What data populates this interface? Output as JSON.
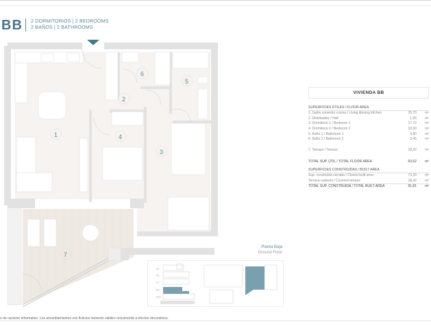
{
  "header": {
    "unit_code": "BB",
    "line1": "2 DORMITORIOS | 2 BEDROOMS",
    "line2": "2 BAÑOS | 2 BATHROOMS"
  },
  "plan": {
    "entrance_marker": "entrance-arrow",
    "rooms": [
      {
        "num": "1",
        "name": "Salón comedor cocina / Living dinning kitchen"
      },
      {
        "num": "2",
        "name": "Distribuidor / Hall"
      },
      {
        "num": "3",
        "name": "Dormitorio 1 / Bedroom 1"
      },
      {
        "num": "4",
        "name": "Dormitorio 2 / Bedroom 2"
      },
      {
        "num": "5",
        "name": "Baño 1 / Bathroom 1"
      },
      {
        "num": "6",
        "name": "Baño 2 / Bathroom 2"
      },
      {
        "num": "7",
        "name": "Terraza / Terrace"
      }
    ]
  },
  "table": {
    "title": "VIVIENDA BB",
    "floor_area_header": "SUPERFICIES ÚTILES / FLOOR AREA",
    "floor_rows": [
      {
        "label": "1. Salón comedor cocina / Living dinning kitchen",
        "value": "25,70",
        "unit": "m²"
      },
      {
        "label": "2. Distribuidor / Hall",
        "value": "1,85",
        "unit": "m²"
      },
      {
        "label": "3. Dormitorio 1 / Bedroom 1",
        "value": "17,72",
        "unit": "m²"
      },
      {
        "label": "4. Dormitorio 2 / Bedroom 2",
        "value": "10,00",
        "unit": "m²"
      },
      {
        "label": "5. Baño 1 / Bathroom 1",
        "value": "4,80",
        "unit": "m²"
      },
      {
        "label": "6. Baño 2 / Bathroom 2",
        "value": "3,45",
        "unit": "m²"
      }
    ],
    "terrace_row": {
      "label": "7. Terraza / Terrace",
      "value": "18,42",
      "unit": "m²"
    },
    "total_floor": {
      "label": "TOTAL SUP. ÚTIL / TOTAL FLOOR AREA",
      "value": "63,52",
      "unit": "m²"
    },
    "built_area_header": "SUPERFICIES CONSTRUIDAS / BUILT AREA",
    "built_rows": [
      {
        "label": "Sup. construida cerrada / Closed built area",
        "value": "73,39",
        "unit": "m²"
      },
      {
        "label": "Terraza cubierta / Covered terrace",
        "value": "18,42",
        "unit": "m²"
      }
    ],
    "total_built": {
      "label": "TOTAL SUP. CONSTRUIDA / TOTAL BUILT AREA",
      "value": "91,81",
      "unit": "m²"
    }
  },
  "floor_label": {
    "es": "Planta Baja",
    "en": "Ground Floor"
  },
  "key_plan": {
    "levels": [
      "AT",
      "P2",
      "P1",
      "PB",
      "SOT"
    ],
    "highlight_color": "#7a9fae"
  },
  "disclaimer": "o de carácter informativo. Los amueblamientos son ficticios teniendo validez únicamente a efectos decorativos.",
  "colors": {
    "accent": "#4a7688",
    "wall": "#e2e2e2",
    "floor": "#f6f3f0",
    "terrace": "#efe9e4"
  }
}
